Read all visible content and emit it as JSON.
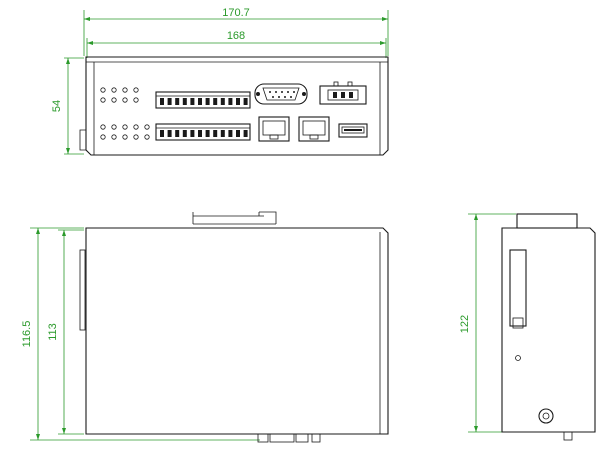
{
  "dimensions": {
    "overall_width": "170.7",
    "body_width": "168",
    "front_height": "54",
    "overall_height": "116.5",
    "body_height": "113",
    "side_height": "122"
  },
  "colors": {
    "dimension": "#2b9a2b",
    "outline": "#1a1a1a",
    "background": "#ffffff"
  }
}
